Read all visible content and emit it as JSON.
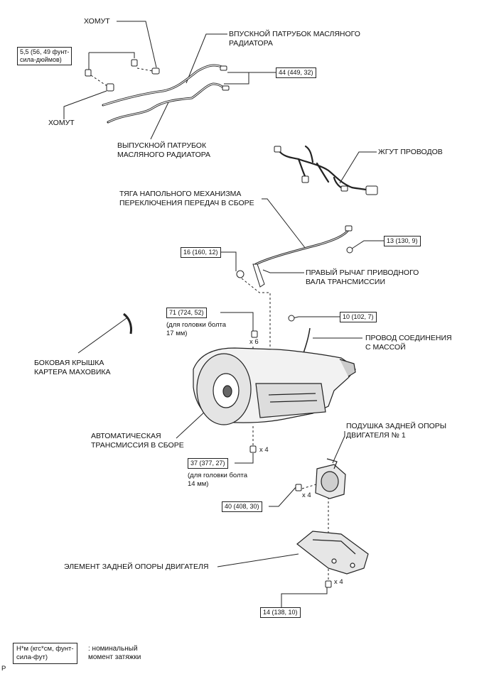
{
  "labels": {
    "clamp_top": "ХОМУТ",
    "clamp_bottom": "ХОМУТ",
    "inlet_hose": "ВПУСКНОЙ ПАТРУБОК МАСЛЯНОГО\nРАДИАТОРА",
    "outlet_hose": "ВЫПУСКНОЙ ПАТРУБОК\nМАСЛЯНОГО РАДИАТОРА",
    "wire_harness": "ЖГУТ ПРОВОДОВ",
    "shift_rod": "ТЯГА НАПОЛЬНОГО МЕХАНИЗМА\nПЕРЕКЛЮЧЕНИЯ ПЕРЕДАЧ В СБОРЕ",
    "shaft_lever": "ПРАВЫЙ РЫЧАГ ПРИВОДНОГО\nВАЛА ТРАНСМИССИИ",
    "ground_wire": "ПРОВОД СОЕДИНЕНИЯ\nС МАССОЙ",
    "side_cover": "БОКОВАЯ КРЫШКА\nКАРТЕРА МАХОВИКА",
    "transmission": "АВТОМАТИЧЕСКАЯ\nТРАНСМИССИЯ В СБОРЕ",
    "mount_cushion": "ПОДУШКА ЗАДНЕЙ ОПОРЫ\nДВИГАТЕЛЯ № 1",
    "mount_member": "ЭЛЕМЕНТ ЗАДНЕЙ ОПОРЫ ДВИГАТЕЛЯ"
  },
  "torques": {
    "t_5_5": "5,5 (56, 49 фунт-\nсила-дюймов)",
    "t_44": "44 (449, 32)",
    "t_13": "13 (130, 9)",
    "t_16": "16 (160, 12)",
    "t_71": "71 (724, 52)",
    "t_10": "10 (102, 7)",
    "t_37": "37 (377, 27)",
    "t_40": "40 (408, 30)",
    "t_14": "14 (138, 10)"
  },
  "notes": {
    "bolt17": "(для головки болта\n17 мм)",
    "bolt14": "(для головки болта\n14 мм)",
    "x6": "x 6",
    "x4_a": "x 4",
    "x4_b": "x 4",
    "x4_c": "x 4"
  },
  "legend": {
    "units": "Н*м (кгс*см, фунт-\nсила-фут)",
    "meaning": ": номинальный\nмомент затяжки"
  },
  "corner_mark": "P"
}
